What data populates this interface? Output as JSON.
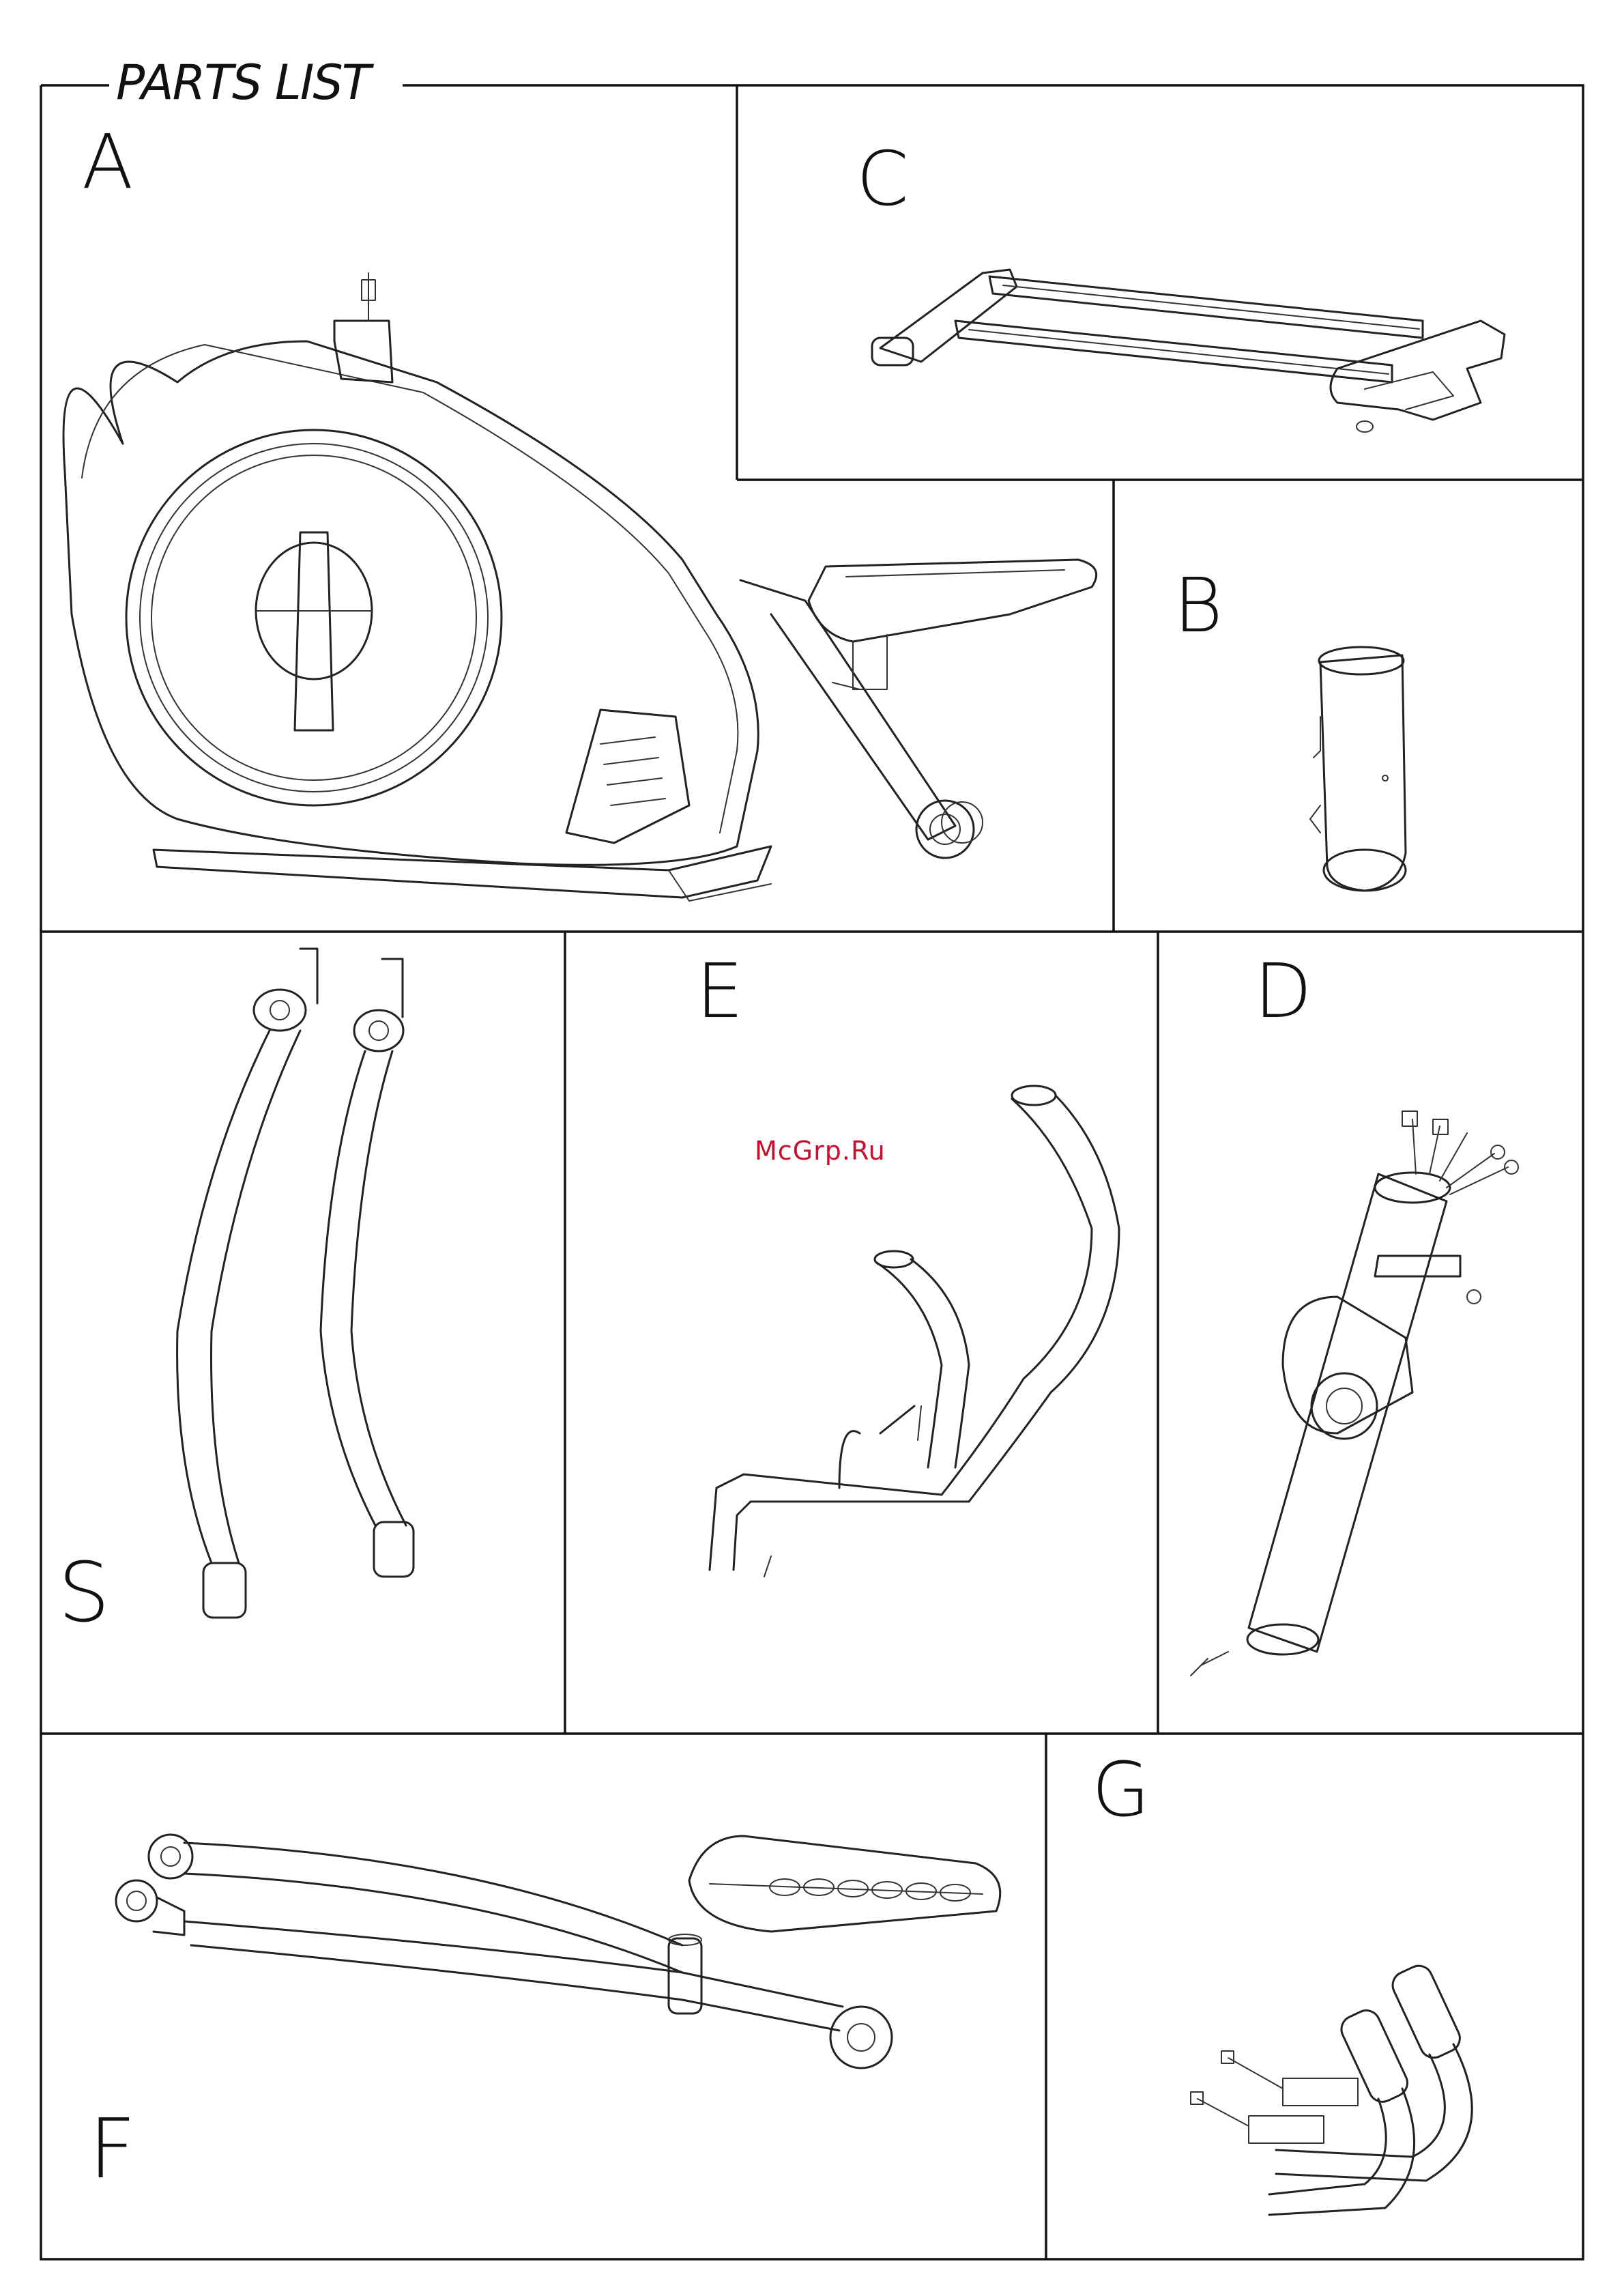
{
  "header": {
    "title": "PARTS LIST"
  },
  "watermark": "McGrp.Ru",
  "panels": [
    {
      "id": "A",
      "label": "A"
    },
    {
      "id": "C",
      "label": "C"
    },
    {
      "id": "B",
      "label": "B"
    },
    {
      "id": "S",
      "label": "S"
    },
    {
      "id": "E",
      "label": "E"
    },
    {
      "id": "D",
      "label": "D"
    },
    {
      "id": "F",
      "label": "F"
    },
    {
      "id": "G",
      "label": "G"
    }
  ]
}
